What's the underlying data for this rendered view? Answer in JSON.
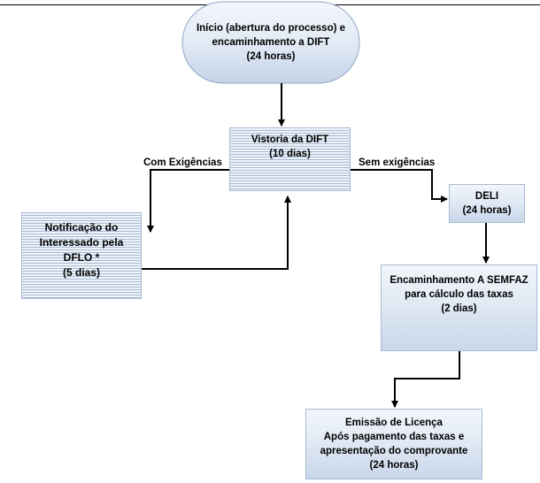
{
  "nodes": {
    "start": {
      "lines": [
        "Início (abertura do processo) e",
        "encaminhamento a DIFT",
        "(24 horas)"
      ]
    },
    "vistoria": {
      "lines": [
        "Vistoria da DIFT",
        "(10 dias)"
      ]
    },
    "notificacao": {
      "lines": [
        "Notificação do",
        "Interessado pela",
        "DFLO *",
        "(5 dias)"
      ]
    },
    "deli": {
      "lines": [
        "DELI",
        "(24 horas)"
      ]
    },
    "semfaz": {
      "lines": [
        "Encaminhamento A SEMFAZ",
        "para cálculo das taxas",
        "(2 dias)"
      ]
    },
    "licenca": {
      "lines": [
        "Emissão de Licença",
        "Após pagamento das taxas e",
        "apresentação do comprovante",
        "(24 horas)"
      ]
    }
  },
  "edges": {
    "com_exigencias": "Com Exigências",
    "sem_exigencias": "Sem exigências"
  }
}
